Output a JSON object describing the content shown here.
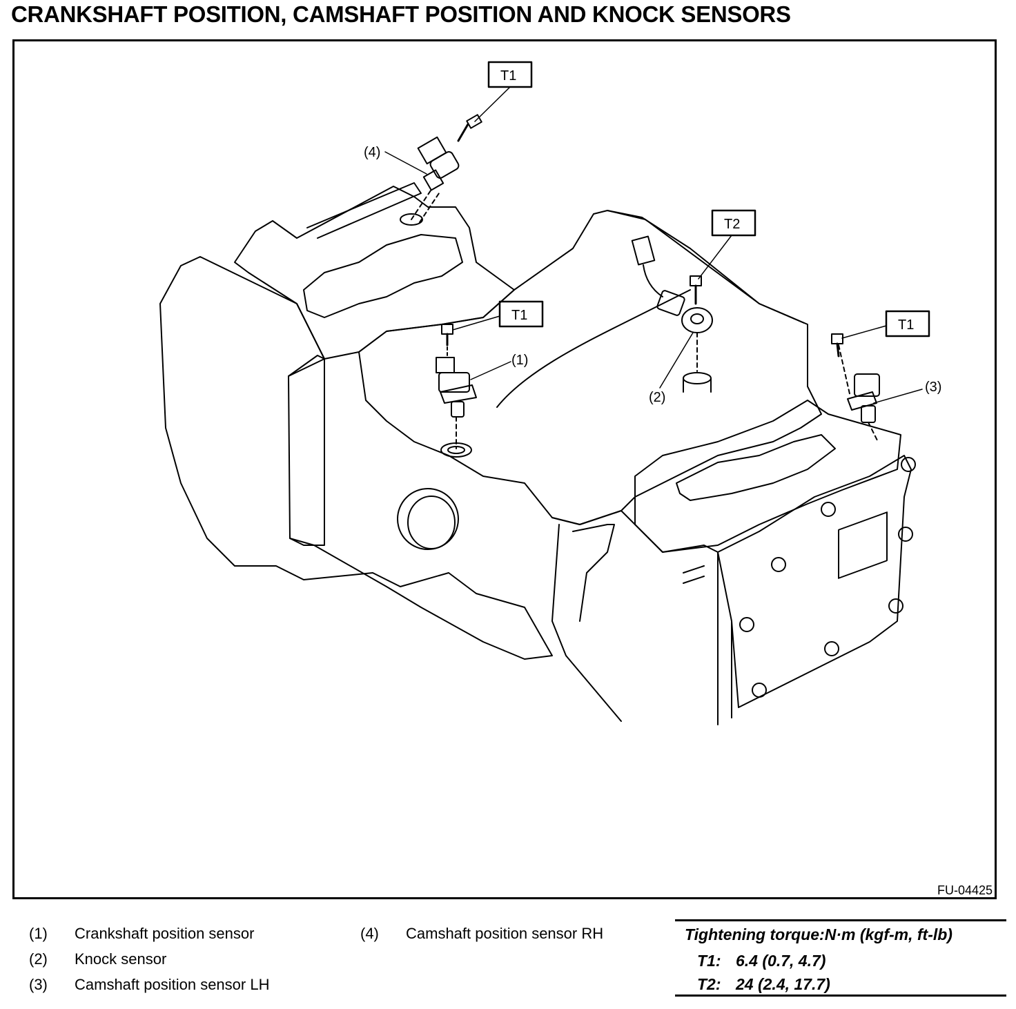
{
  "title": "CRANKSHAFT POSITION, CAMSHAFT POSITION  AND KNOCK SENSORS",
  "figure_id": "FU-04425",
  "callouts": {
    "c1": "(1)",
    "c2": "(2)",
    "c3": "(3)",
    "c4": "(4)"
  },
  "torque_tags": {
    "t1_top": "T1",
    "t1_mid": "T1",
    "t1_right": "T1",
    "t2": "T2"
  },
  "legend": [
    {
      "num": "(1)",
      "label": "Crankshaft position sensor"
    },
    {
      "num": "(2)",
      "label": "Knock sensor"
    },
    {
      "num": "(3)",
      "label": "Camshaft position sensor LH"
    },
    {
      "num": "(4)",
      "label": "Camshaft position sensor RH"
    }
  ],
  "torque": {
    "header": "Tightening torque:N·m (kgf-m, ft-lb)",
    "rows": [
      {
        "key": "T1:",
        "value": "6.4 (0.7, 4.7)"
      },
      {
        "key": "T2:",
        "value": "24 (2.4, 17.7)"
      }
    ]
  }
}
